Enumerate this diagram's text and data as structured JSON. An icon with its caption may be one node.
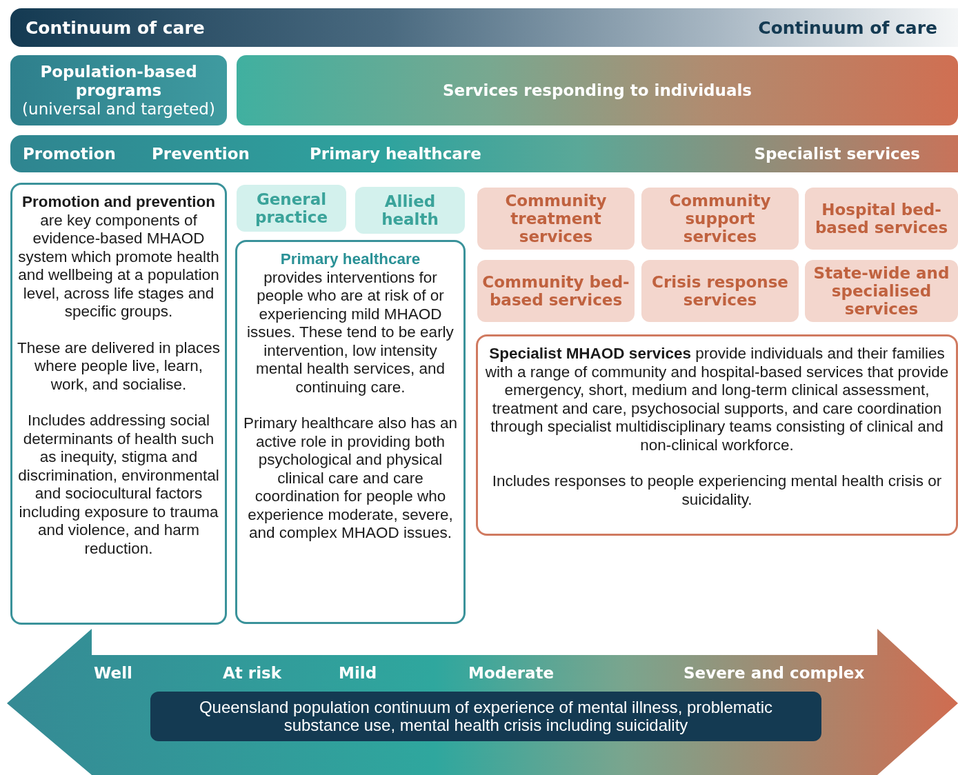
{
  "diagram": {
    "nodes": [
      {
        "text": [
          "Continuum of care",
          "Continuum of care"
        ]
      },
      {
        "text": [
          "Population-based programs",
          "(universal and targeted)"
        ]
      },
      {
        "text": [
          "Services responding to individuals"
        ]
      },
      {
        "text": [
          "Promotion",
          "Prevention",
          "Primary healthcare",
          "Specialist services"
        ]
      },
      {
        "text": [
          "**Promotion and prevention** are key components of evidence-based MHAOD system which promote health and wellbeing at a population level, across life stages and specific groups.",
          "These are delivered in places where people live, learn, work, and socialise.",
          "Includes addressing social determinants of health such as inequity, stigma and discrimination, environmental and sociocultural factors including exposure to trauma and violence, and harm reduction."
        ]
      },
      {
        "text": [
          "General practice"
        ]
      },
      {
        "text": [
          "Allied health"
        ]
      },
      {
        "text": [
          "Primary healthcare",
          "provides interventions for people who are at risk of or experiencing mild MHAOD issues. These tend to be early intervention, low intensity mental health services, and continuing care.",
          "Primary healthcare also has an active role in providing both psychological and physical clinical care and care coordination for people who experience moderate, severe, and complex MHAOD issues."
        ]
      },
      {
        "text": [
          "Community treatment services"
        ]
      },
      {
        "text": [
          "Community support services"
        ]
      },
      {
        "text": [
          "Hospital bed-based services"
        ]
      },
      {
        "text": [
          "Community bed-based services"
        ]
      },
      {
        "text": [
          "Crisis response services"
        ]
      },
      {
        "text": [
          "State-wide and specialised services"
        ]
      },
      {
        "text": [
          "**Specialist MHAOD services** provide individuals and their families with a range of community and hospital-based services that provide emergency, short, medium and long-term clinical assessment, treatment and care, psychosocial supports, and care coordination through specialist multidisciplinary teams consisting of clinical and non-clinical workforce.",
          "Includes responses to people experiencing mental health crisis or suicidality."
        ]
      },
      {
        "text": [
          "Well",
          "At risk",
          "Mild",
          "Moderate",
          "Severe and complex"
        ]
      },
      {
        "text": [
          "Queensland population continuum of experience of mental illness, problematic substance use, mental health crisis including suicidality"
        ],
        "in": 15
      }
    ]
  }
}
